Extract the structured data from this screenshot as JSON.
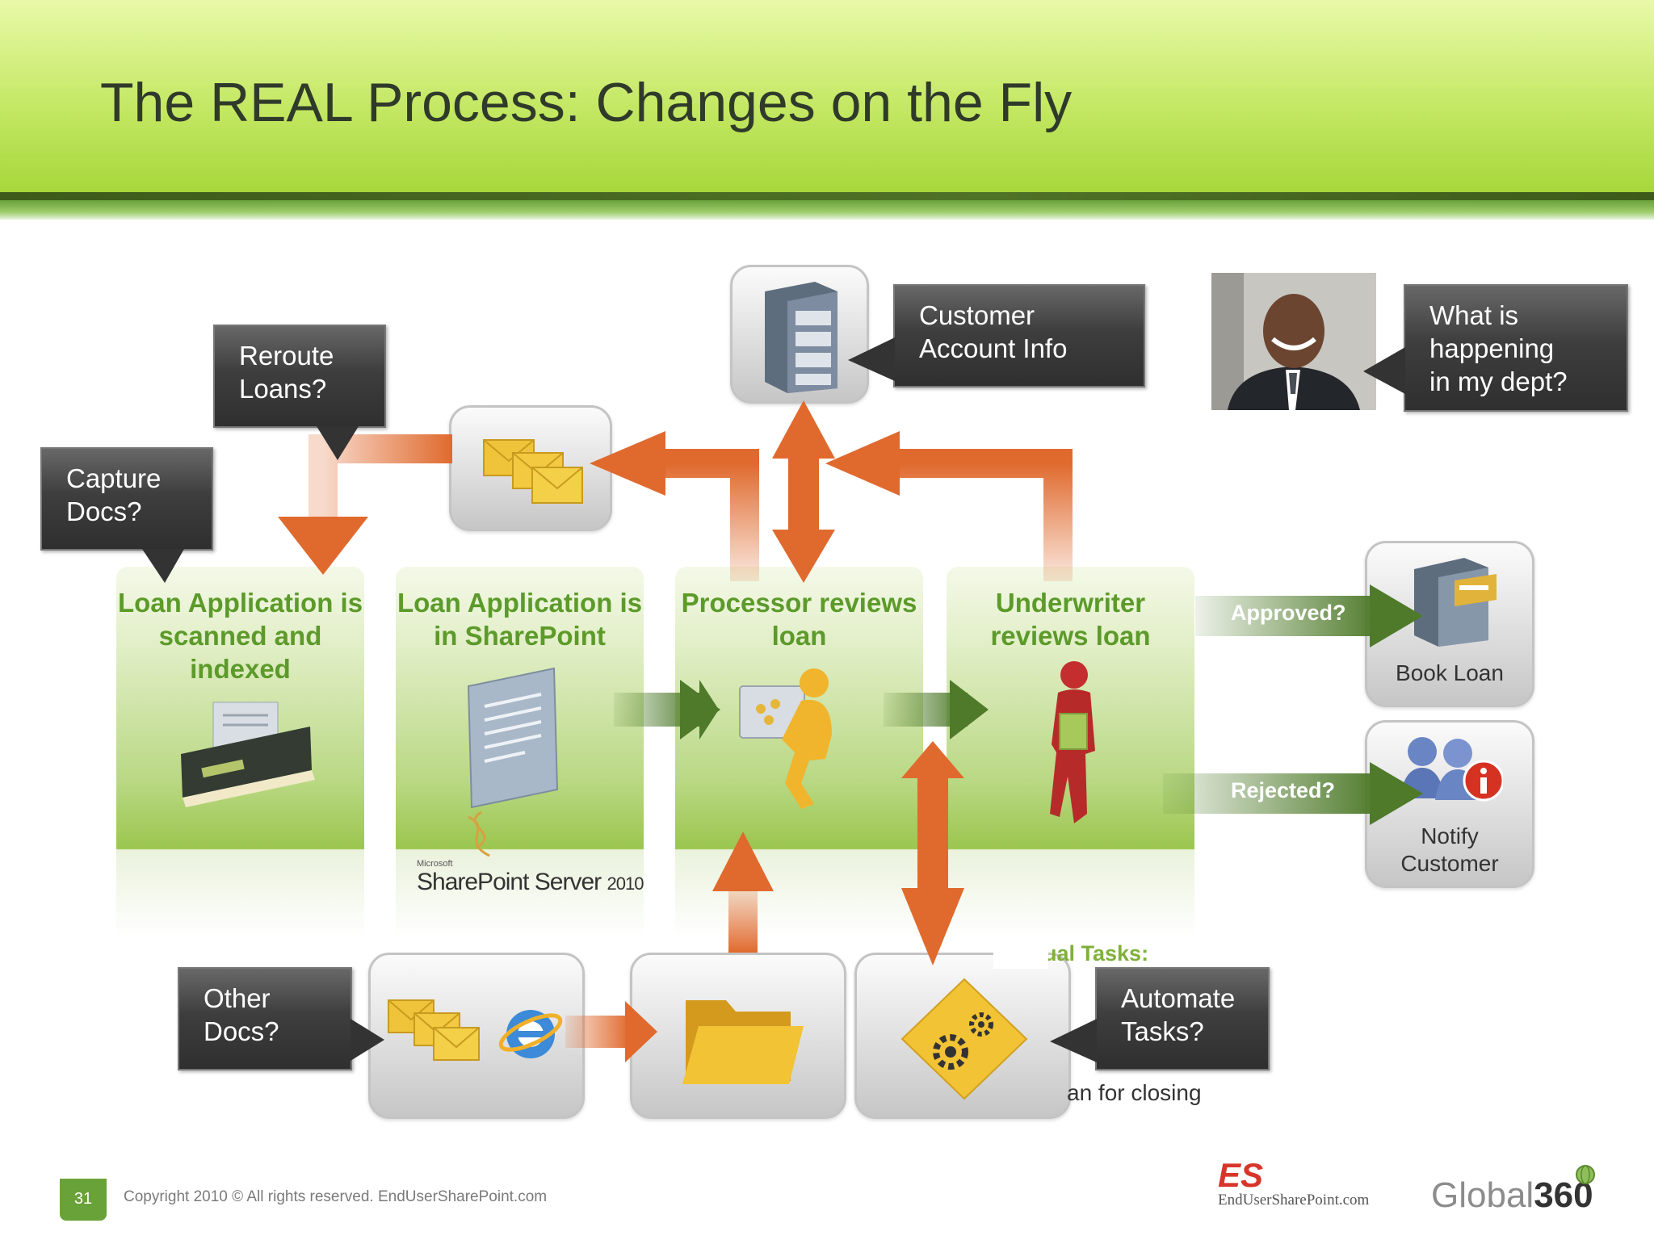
{
  "slide": {
    "title": "The REAL Process: Changes on the Fly",
    "page_number": "31",
    "copyright": "Copyright 2010 ©  All rights reserved.  EndUserSharePoint.com"
  },
  "stages": [
    {
      "title": "Loan Application is scanned and indexed"
    },
    {
      "title": "Loan Application is in SharePoint"
    },
    {
      "title": "Processor reviews loan"
    },
    {
      "title": "Underwriter reviews loan"
    }
  ],
  "callouts": {
    "capture_docs": "Capture\nDocs?",
    "reroute_loans": "Reroute\nLoans?",
    "customer_account": "Customer\nAccount Info",
    "what_happening": "What is\nhappening\nin my dept?",
    "other_docs": "Other\nDocs?",
    "automate_tasks": "Automate\nTasks?"
  },
  "decisions": {
    "approved": "Approved?",
    "rejected": "Rejected?"
  },
  "outcomes": {
    "book_loan": "Book Loan",
    "notify_customer": "Notify\nCustomer"
  },
  "manual_tasks": {
    "title": "Manual Tasks:",
    "visible_line": "an for closing"
  },
  "logos": {
    "sharepoint_small": "Microsoft",
    "sharepoint": "SharePoint",
    "sharepoint_server": "Server",
    "sharepoint_year": "2010",
    "es_mark": "ES",
    "es_name": "EndUserSharePoint.com",
    "global_360_a": "Global",
    "global_360_b": "360"
  },
  "colors": {
    "header_green": "#b9e05a",
    "stage_title_green": "#5c9a2a",
    "arrow_orange": "#e06a2e",
    "arrow_green": "#4e7a2a",
    "callout_dark": "#3a3a3a"
  }
}
